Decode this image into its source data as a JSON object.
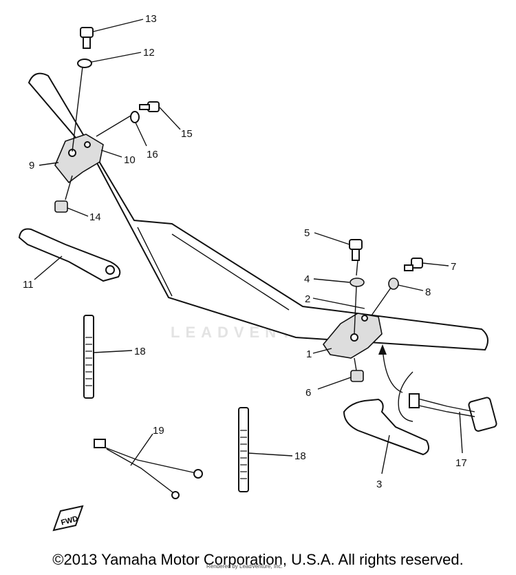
{
  "diagram": {
    "callouts": [
      "1",
      "2",
      "3",
      "4",
      "5",
      "6",
      "7",
      "8",
      "9",
      "10",
      "11",
      "12",
      "13",
      "14",
      "15",
      "16",
      "17",
      "18",
      "18",
      "19"
    ],
    "fwd_label": "FWD"
  },
  "footer": {
    "copyright": "©2013 Yamaha Motor Corporation, U.S.A. All rights reserved.",
    "credit": "Rendered by LeadVenture, Inc."
  },
  "watermark": {
    "text": "LEADVENTURE"
  }
}
